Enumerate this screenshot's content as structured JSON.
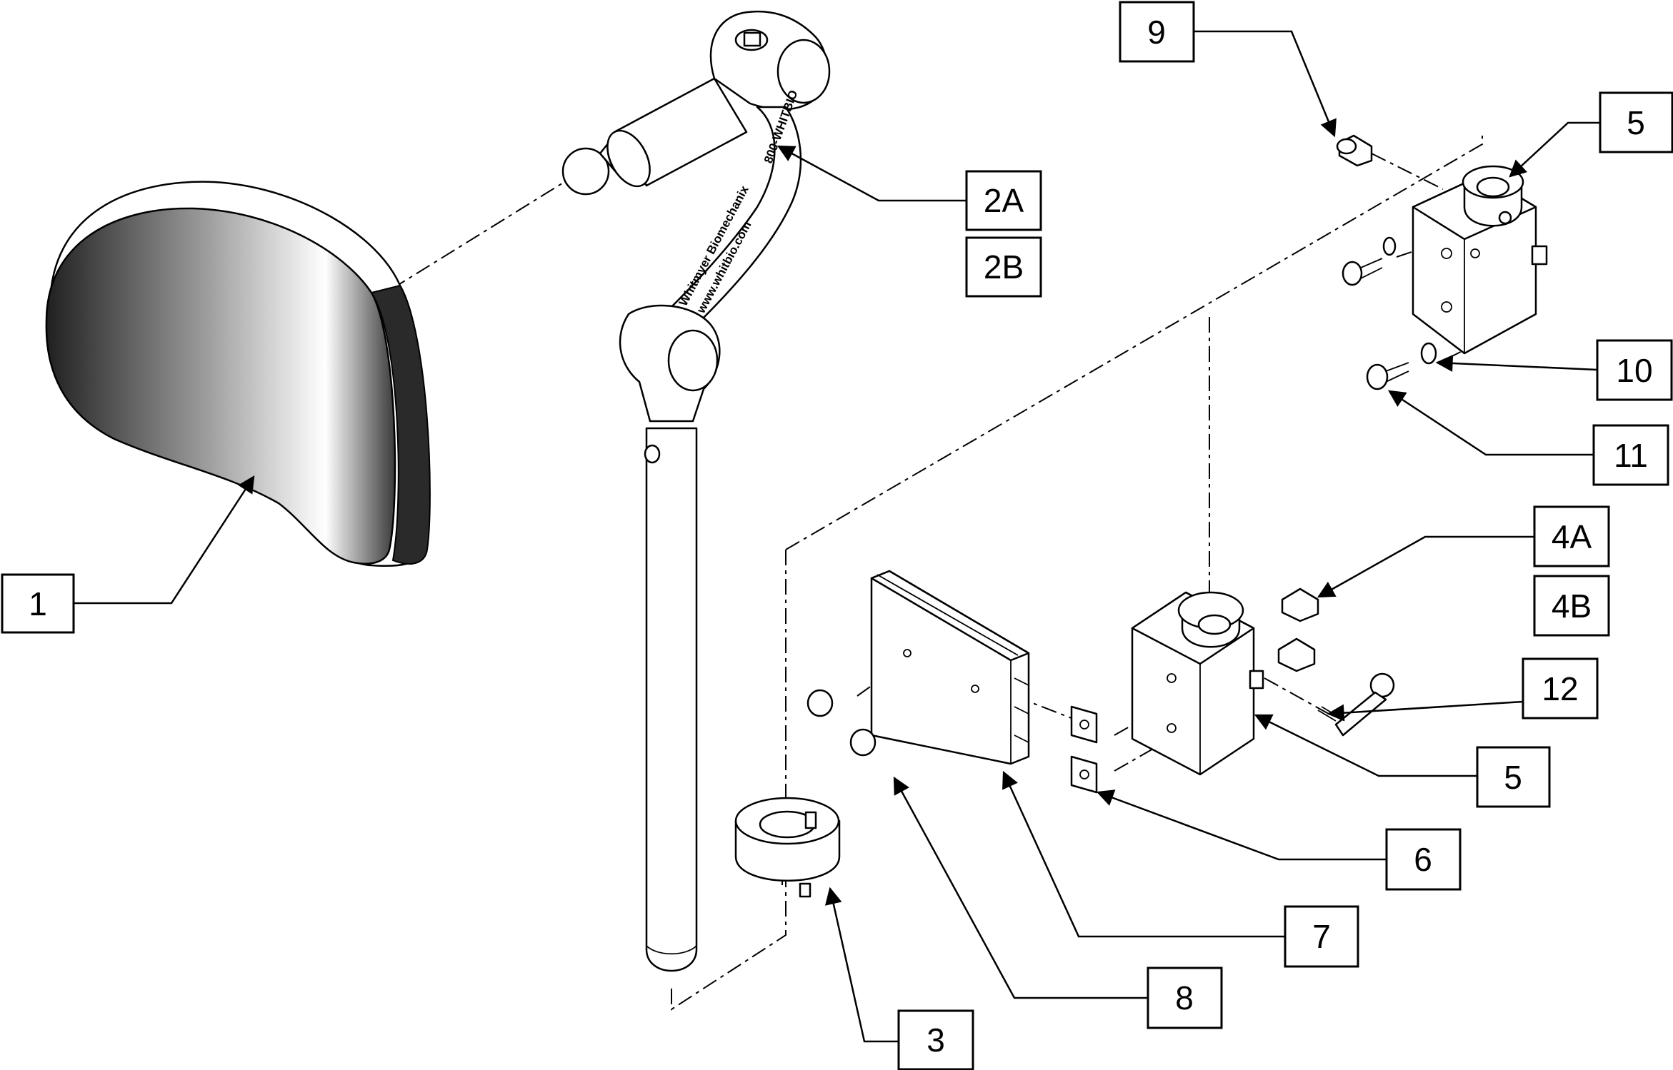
{
  "callouts": [
    {
      "id": "1",
      "label": "1"
    },
    {
      "id": "2A",
      "label": "2A"
    },
    {
      "id": "2B",
      "label": "2B"
    },
    {
      "id": "3",
      "label": "3"
    },
    {
      "id": "4A",
      "label": "4A"
    },
    {
      "id": "4B",
      "label": "4B"
    },
    {
      "id": "5-top",
      "label": "5"
    },
    {
      "id": "5-bottom",
      "label": "5"
    },
    {
      "id": "6",
      "label": "6"
    },
    {
      "id": "7",
      "label": "7"
    },
    {
      "id": "8",
      "label": "8"
    },
    {
      "id": "9",
      "label": "9"
    },
    {
      "id": "10",
      "label": "10"
    },
    {
      "id": "11",
      "label": "11"
    },
    {
      "id": "12",
      "label": "12"
    }
  ],
  "arm_engraving": {
    "line1": "Whitmyer Biomechanix",
    "line2": "www.whitbio.com",
    "line3": "800-WHITBIO"
  }
}
